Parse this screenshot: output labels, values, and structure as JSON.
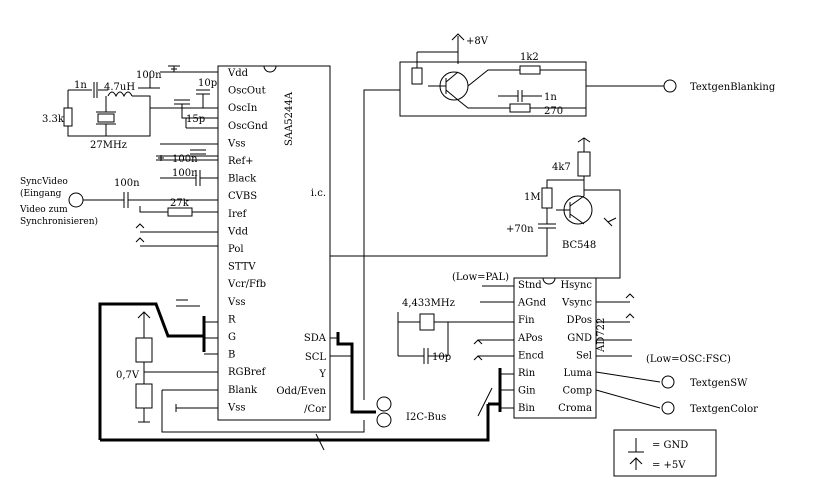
{
  "chips": {
    "saa": {
      "name": "SAA5244A",
      "left_pins": [
        "Vdd",
        "OscOut",
        "OscIn",
        "OscGnd",
        "Vss",
        "Ref+",
        "Black",
        "CVBS",
        "Iref",
        "Vdd",
        "Pol",
        "STTV",
        "Vcr/Ffb",
        "Vss",
        "R",
        "G",
        "B",
        "RGBref",
        "Blank",
        "Vss"
      ],
      "right_pins": [
        "i.c.",
        "SDA",
        "SCL",
        "Y",
        "Odd/Even",
        "/Cor"
      ]
    },
    "ad": {
      "name": "AD722",
      "left_pins": [
        "Stnd",
        "AGnd",
        "Fin",
        "APos",
        "Encd",
        "Rin",
        "Gin",
        "Bin"
      ],
      "right_pins": [
        "Hsync",
        "Vsync",
        "DPos",
        "GND",
        "Sel",
        "Luma",
        "Comp",
        "Croma"
      ]
    }
  },
  "components": {
    "c_1n": "1n",
    "l_47": "4.7uH",
    "c_100n_top": "100n",
    "c_10p": "10p",
    "r_33k": "3.3k",
    "c_15p": "15p",
    "xtal": "27MHz",
    "c_100n_a": "100n",
    "c_100n_b": "100n",
    "c_100n_in": "100n",
    "r_27k": "27k",
    "vcc8": "+8V",
    "r_1k2": "1k2",
    "c_1n_t": "1n",
    "r_270": "270",
    "r_4k7": "4k7",
    "r_1m": "1M",
    "c_470n": "+70n",
    "transistor": "BC548",
    "xtal2": "4,433MHz",
    "c_10p_b": "10p",
    "v07": "0,7V"
  },
  "labels": {
    "sync_lines": [
      "SyncVideo",
      "(Eingang",
      "Video zum",
      "Synchronisieren)"
    ],
    "low_pal": "(Low=PAL)",
    "low_osc": "(Low=OSC:FSC)",
    "i2c": "I2C-Bus",
    "textgen_blanking": "TextgenBlanking",
    "textgen_sw": "TextgenSW",
    "textgen_color": "TextgenColor"
  },
  "legend": {
    "gnd": "= GND",
    "vcc": "= +5V"
  }
}
